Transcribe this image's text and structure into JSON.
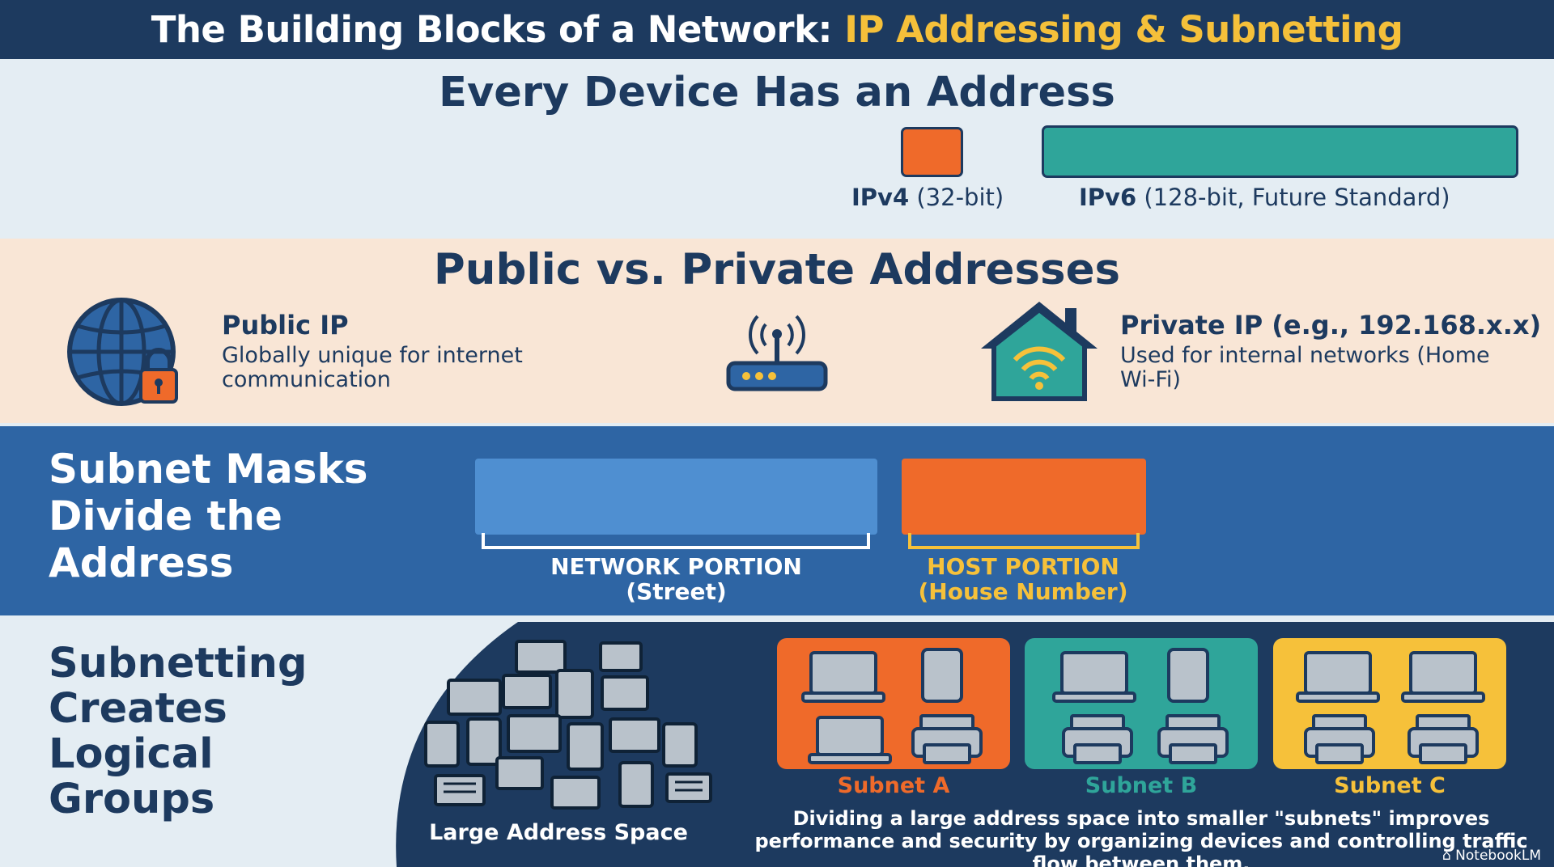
{
  "header": {
    "title_part1": "The Building Blocks of a Network: ",
    "title_part2": "IP Addressing & Subnetting"
  },
  "addresses": {
    "title": "Every Device Has an Address",
    "ipv4": {
      "name": "IPv4",
      "detail": " (32-bit)",
      "color": "#ef6a2a"
    },
    "ipv6": {
      "name": "IPv6",
      "detail": " (128-bit, Future Standard)",
      "color": "#2fa59a"
    }
  },
  "public_private": {
    "title": "Public vs. Private Addresses",
    "public": {
      "heading": "Public IP",
      "description": "Globally unique for internet communication",
      "icon": "globe-lock-icon"
    },
    "router_icon": "wifi-router-icon",
    "private": {
      "heading": "Private IP (e.g., 192.168.x.x)",
      "description": "Used for internal networks (Home Wi-Fi)",
      "icon": "house-wifi-icon"
    }
  },
  "subnet_mask": {
    "title": "Subnet Masks Divide the Address",
    "network": {
      "label": "NETWORK PORTION",
      "sub": "(Street)",
      "color": "#4f8fd1"
    },
    "host": {
      "label": "HOST PORTION",
      "sub": "(House Number)",
      "color": "#ef6a2a"
    }
  },
  "subnetting": {
    "title": "Subnetting Creates Logical Groups",
    "large_space_label": "Large Address Space",
    "subnets": [
      {
        "label": "Subnet A",
        "color": "#ef6a2a",
        "label_color": "#ef6a2a"
      },
      {
        "label": "Subnet B",
        "color": "#2fa59a",
        "label_color": "#2fa59a"
      },
      {
        "label": "Subnet C",
        "color": "#f6c13a",
        "label_color": "#f6c13a"
      }
    ],
    "summary": "Dividing a large address space into smaller \"subnets\" improves performance and security by organizing devices and controlling traffic flow between them."
  },
  "brand": "NotebookLM"
}
